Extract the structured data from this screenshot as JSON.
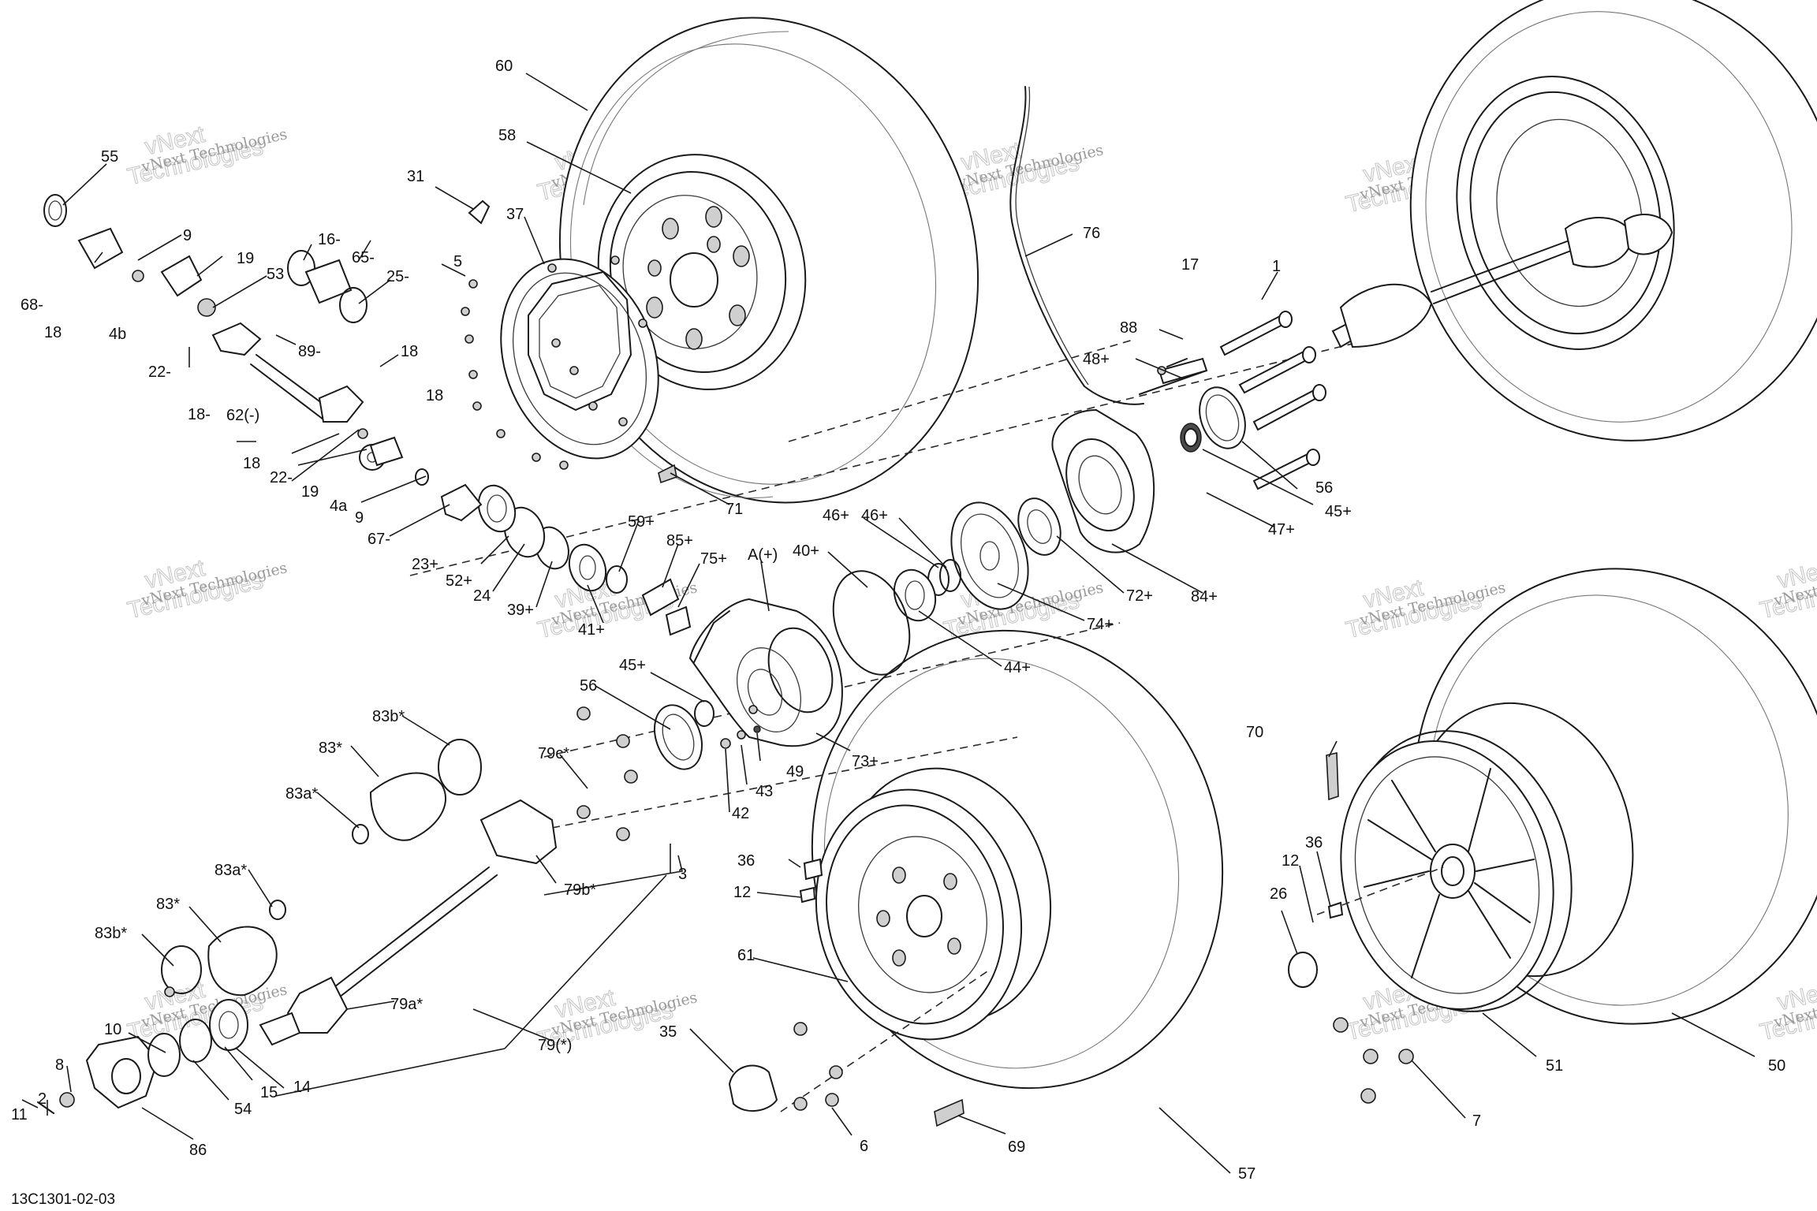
{
  "diagram": {
    "reference_code": "13C1301-02-03",
    "watermark_small": "vNext Technologies",
    "watermark_large_1": "vNext",
    "watermark_large_2": "Technologies",
    "callouts": [
      {
        "id": "c60",
        "text": "60"
      },
      {
        "id": "c58",
        "text": "58"
      },
      {
        "id": "c55",
        "text": "55"
      },
      {
        "id": "c31",
        "text": "31"
      },
      {
        "id": "c37",
        "text": "37"
      },
      {
        "id": "c76",
        "text": "76"
      },
      {
        "id": "c1",
        "text": "1"
      },
      {
        "id": "c17",
        "text": "17"
      },
      {
        "id": "c88",
        "text": "88"
      },
      {
        "id": "c48p",
        "text": "48+"
      },
      {
        "id": "c9a",
        "text": "9"
      },
      {
        "id": "c19a",
        "text": "19"
      },
      {
        "id": "c53",
        "text": "53"
      },
      {
        "id": "c16",
        "text": "16-"
      },
      {
        "id": "c65",
        "text": "65-"
      },
      {
        "id": "c25",
        "text": "25-"
      },
      {
        "id": "c68",
        "text": "68-"
      },
      {
        "id": "c18a",
        "text": "18"
      },
      {
        "id": "c4b",
        "text": "4b"
      },
      {
        "id": "c89",
        "text": "89-"
      },
      {
        "id": "c5",
        "text": "5"
      },
      {
        "id": "c22a",
        "text": "22-"
      },
      {
        "id": "c18b",
        "text": "18-"
      },
      {
        "id": "c18c",
        "text": "18"
      },
      {
        "id": "c62",
        "text": "62(-)"
      },
      {
        "id": "c18d",
        "text": "18"
      },
      {
        "id": "c18e",
        "text": "18"
      },
      {
        "id": "c22b",
        "text": "22-"
      },
      {
        "id": "c19b",
        "text": "19"
      },
      {
        "id": "c4a",
        "text": "4a"
      },
      {
        "id": "c9b",
        "text": "9"
      },
      {
        "id": "c67",
        "text": "67-"
      },
      {
        "id": "c23",
        "text": "23+"
      },
      {
        "id": "c52",
        "text": "52+"
      },
      {
        "id": "c24",
        "text": "24"
      },
      {
        "id": "c39",
        "text": "39+"
      },
      {
        "id": "c41",
        "text": "41+"
      },
      {
        "id": "c59",
        "text": "59+"
      },
      {
        "id": "c85",
        "text": "85+"
      },
      {
        "id": "c75",
        "text": "75+"
      },
      {
        "id": "cA",
        "text": "A(+)"
      },
      {
        "id": "c40",
        "text": "40+"
      },
      {
        "id": "c46a",
        "text": "46+"
      },
      {
        "id": "c46b",
        "text": "46+"
      },
      {
        "id": "c71",
        "text": "71"
      },
      {
        "id": "c56a",
        "text": "56"
      },
      {
        "id": "c45a",
        "text": "45+"
      },
      {
        "id": "c47",
        "text": "47+"
      },
      {
        "id": "c72",
        "text": "72+"
      },
      {
        "id": "c84",
        "text": "84+"
      },
      {
        "id": "c74",
        "text": "74+"
      },
      {
        "id": "c44",
        "text": "44+"
      },
      {
        "id": "c45b",
        "text": "45+"
      },
      {
        "id": "c56b",
        "text": "56"
      },
      {
        "id": "c73",
        "text": "73+"
      },
      {
        "id": "c49",
        "text": "49"
      },
      {
        "id": "c43",
        "text": "43"
      },
      {
        "id": "c42",
        "text": "42"
      },
      {
        "id": "c83b1",
        "text": "83b*"
      },
      {
        "id": "c83_1",
        "text": "83*"
      },
      {
        "id": "c83a1",
        "text": "83a*"
      },
      {
        "id": "c79c",
        "text": "79c*"
      },
      {
        "id": "c79b",
        "text": "79b*"
      },
      {
        "id": "c3",
        "text": "3"
      },
      {
        "id": "c70",
        "text": "70"
      },
      {
        "id": "c36a",
        "text": "36"
      },
      {
        "id": "c12a",
        "text": "12"
      },
      {
        "id": "c36b",
        "text": "36"
      },
      {
        "id": "c12b",
        "text": "12"
      },
      {
        "id": "c26",
        "text": "26"
      },
      {
        "id": "c83a2",
        "text": "83a*"
      },
      {
        "id": "c83_2",
        "text": "83*"
      },
      {
        "id": "c83b2",
        "text": "83b*"
      },
      {
        "id": "c61",
        "text": "61"
      },
      {
        "id": "c79a",
        "text": "79a*"
      },
      {
        "id": "c79",
        "text": "79(*)"
      },
      {
        "id": "c10",
        "text": "10"
      },
      {
        "id": "c35",
        "text": "35"
      },
      {
        "id": "c8",
        "text": "8"
      },
      {
        "id": "c2",
        "text": "2"
      },
      {
        "id": "c11",
        "text": "11"
      },
      {
        "id": "c15",
        "text": "15"
      },
      {
        "id": "c14",
        "text": "14"
      },
      {
        "id": "c54",
        "text": "54"
      },
      {
        "id": "c86",
        "text": "86"
      },
      {
        "id": "c6",
        "text": "6"
      },
      {
        "id": "c69",
        "text": "69"
      },
      {
        "id": "c57",
        "text": "57"
      },
      {
        "id": "c51",
        "text": "51"
      },
      {
        "id": "c50",
        "text": "50"
      },
      {
        "id": "c7",
        "text": "7"
      }
    ]
  }
}
